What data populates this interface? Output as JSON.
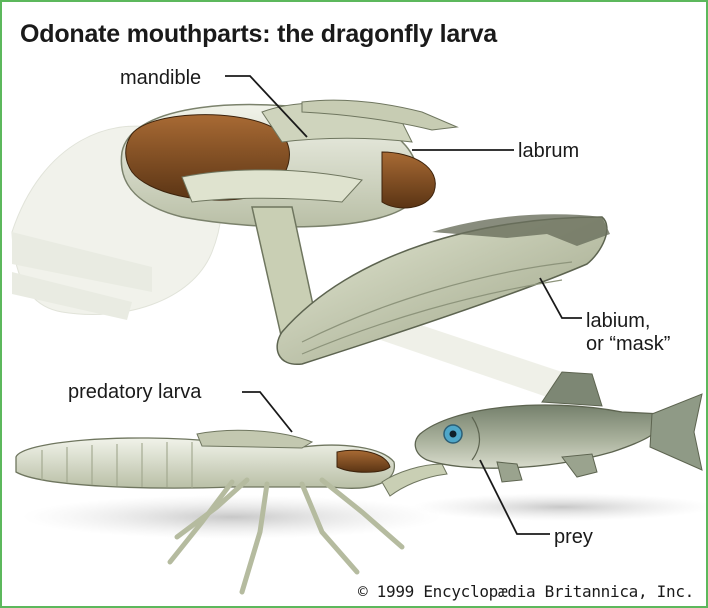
{
  "title": "Odonate mouthparts: the dragonfly larva",
  "labels": {
    "mandible": "mandible",
    "labrum": "labrum",
    "labium_line1": "labium,",
    "labium_line2": "or “mask”",
    "predatory_larva": "predatory larva",
    "prey": "prey"
  },
  "credit": "© 1999 Encyclopædia Britannica, Inc.",
  "colors": {
    "frame_border": "#5cb85c",
    "larva_body": "#d7dcc4",
    "larva_shadow": "#8e9580",
    "mandible_brown": "#8b5a2b",
    "fish_body": "#8f9a86",
    "fish_eye": "#4fa7c9",
    "leader_line": "#1a1a1a"
  }
}
